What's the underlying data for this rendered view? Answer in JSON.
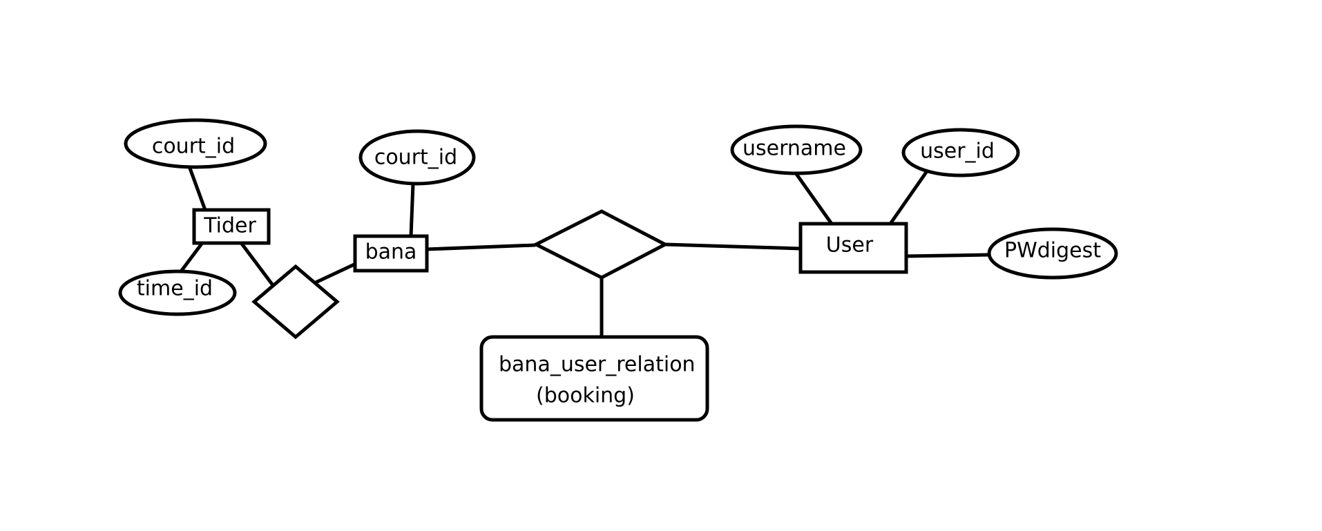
{
  "entities": {
    "tider": "Tider",
    "bana": "bana",
    "user": "User"
  },
  "attributes": {
    "tider_court_id": "court_id",
    "tider_time_id": "time_id",
    "bana_court_id": "court_id",
    "username": "username",
    "user_id": "user_id",
    "pwdigest": "PWdigest"
  },
  "relation_box": {
    "line1": "bana_user_relation",
    "line2": "(booking)"
  }
}
